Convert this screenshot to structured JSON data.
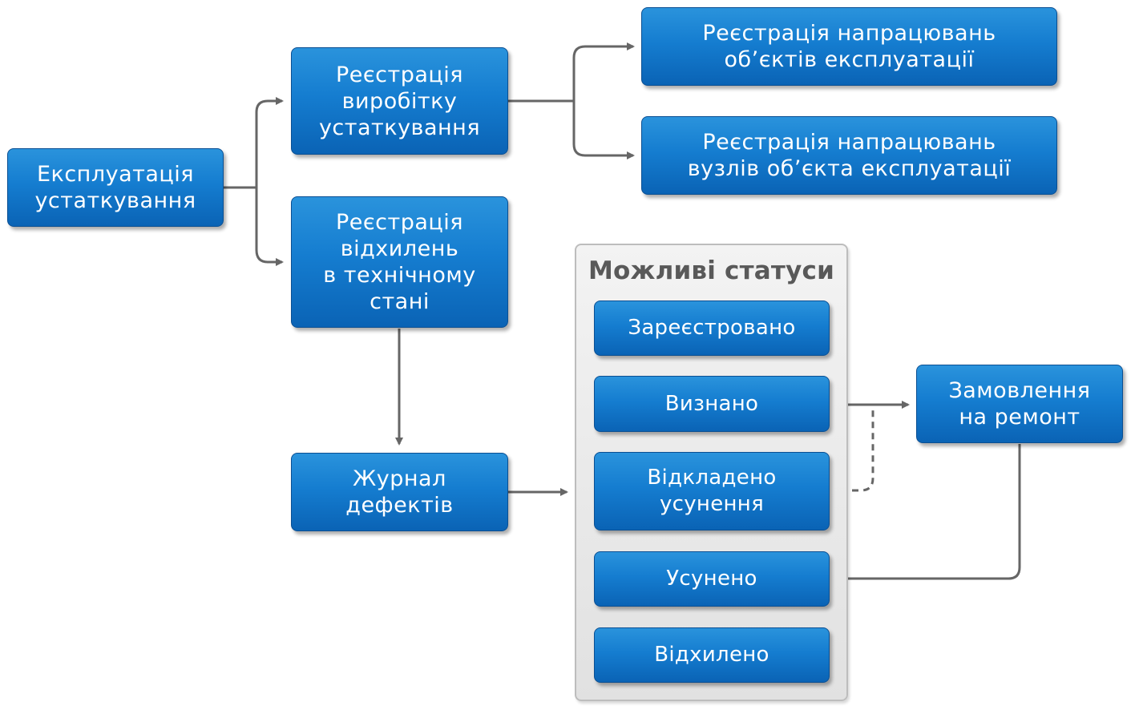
{
  "nodes": {
    "operation": "Експлуатація\nустаткування",
    "output_registration": "Реєстрація\nвиробітку\nустаткування",
    "deviation_registration": "Реєстрація\nвідхилень\nв технічному\nстані",
    "object_hours": "Реєстрація напрацювань\nоб’єктів експлуатації",
    "unit_hours": "Реєстрація напрацювань\nвузлів об’єкта експлуатації",
    "defect_log": "Журнал\nдефектів",
    "repair_order": "Замовлення\nна ремонт"
  },
  "statuses": {
    "title": "Можливі статуси",
    "items": [
      "Зареєстровано",
      "Визнано",
      "Відкладено\nусунення",
      "Усунено",
      "Відхилено"
    ]
  },
  "colors": {
    "box_fill": "#157dd0",
    "box_border": "#0a4f93",
    "connector": "#666666",
    "group_fill": "#ebebeb",
    "group_title": "#595959"
  }
}
